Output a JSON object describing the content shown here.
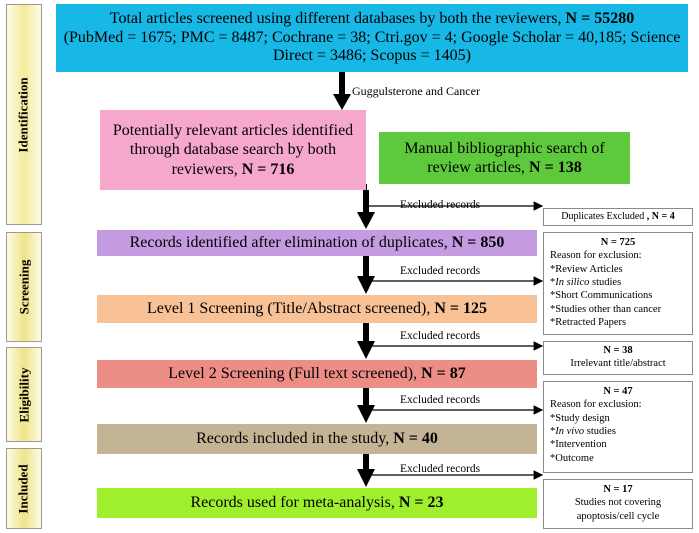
{
  "phases": {
    "identification": "Identification",
    "screening": "Screening",
    "eligibility": "Eligibility",
    "included": "Included"
  },
  "boxes": {
    "total": {
      "line1": "Total articles screened using different databases by both the reviewers,",
      "n": "N = 55280",
      "line2": "(PubMed = 1675; PMC = 8487; Cochrane = 38; Ctri.gov = 4; Google Scholar = 40,185; Science Direct = 3486; Scopus = 1405)"
    },
    "search_query": "Guggulsterone and Cancer",
    "relevant": {
      "text": "Potentially relevant articles identified through database search by both reviewers,",
      "n": "N = 716"
    },
    "manual": {
      "text": "Manual bibliographic search of review articles,",
      "n": "N = 138"
    },
    "dedup": {
      "text": "Records identified after elimination of duplicates,",
      "n": "N = 850"
    },
    "level1": {
      "text": "Level 1 Screening (Title/Abstract screened),",
      "n": "N = 125"
    },
    "level2": {
      "text": "Level 2 Screening (Full text screened),",
      "n": "N = 87"
    },
    "included": {
      "text": "Records included in the study,",
      "n": "N = 40"
    },
    "meta": {
      "text": "Records used for meta-analysis,",
      "n": "N = 23"
    }
  },
  "excluded_label": "Excluded records",
  "exclusions": {
    "duplicates": {
      "text": "Duplicates Excluded",
      "n": ", N = 4"
    },
    "e725": {
      "n": "N = 725",
      "reason": "Reason for exclusion:",
      "items": [
        {
          "prefix": "*",
          "italic": "",
          "text": "Review Articles"
        },
        {
          "prefix": "*",
          "italic": "In silico",
          "text": " studies"
        },
        {
          "prefix": "*",
          "italic": "",
          "text": "Short Communications"
        },
        {
          "prefix": "*",
          "italic": "",
          "text": "Studies other than cancer"
        },
        {
          "prefix": "*",
          "italic": "",
          "text": "Retracted Papers"
        }
      ]
    },
    "e38": {
      "n": "N = 38",
      "text": "Irrelevant title/abstract"
    },
    "e47": {
      "n": "N = 47",
      "reason": "Reason for exclusion:",
      "items": [
        {
          "prefix": "*",
          "italic": "",
          "text": "Study design"
        },
        {
          "prefix": "*",
          "italic": "In vivo",
          "text": " studies"
        },
        {
          "prefix": "*",
          "italic": "",
          "text": "Intervention"
        },
        {
          "prefix": "*",
          "italic": "",
          "text": "Outcome"
        }
      ]
    },
    "e17": {
      "n": "N = 17",
      "text": "Studies not covering apoptosis/cell cycle"
    }
  }
}
